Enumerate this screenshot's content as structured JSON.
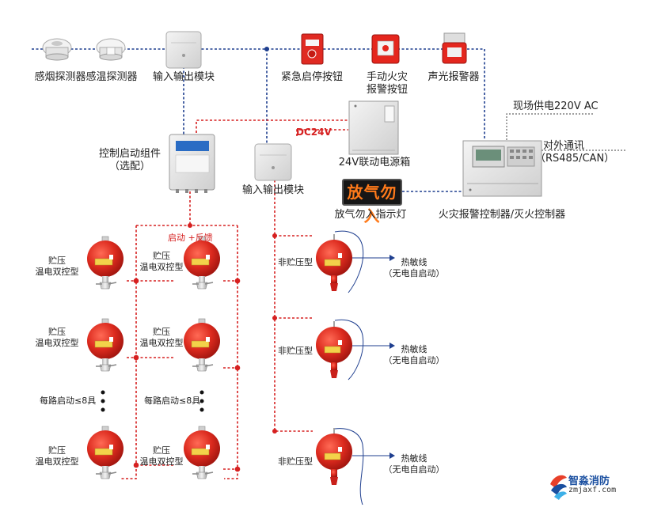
{
  "devices": {
    "smoke_detector": "感烟探测器",
    "heat_detector": "感温探测器",
    "io_module_top": "输入输出模块",
    "emergency_stop": "紧急启停按钮",
    "manual_alarm_l1": "手动火灾",
    "manual_alarm_l2": "报警按钮",
    "sound_light_alarm": "声光报警器",
    "power_supply": "现场供电220V  AC",
    "comm_l1": "对外通讯",
    "comm_l2": "（RS485/CAN）",
    "power_box": "24V联动电源箱",
    "dc24v": "DC24V",
    "control_module_l1": "控制启动组件",
    "control_module_l2": "（选配）",
    "io_module_mid": "输入输出模块",
    "no_entry_light": "放气勿入指示灯",
    "no_entry_sign_text": "放气勿入",
    "controller": "火灾报警控制器/灭火控制器",
    "start_feedback": "启动 +反馈"
  },
  "left_group": {
    "extinguisher_l1": "贮压",
    "extinguisher_l2": "温电双控型",
    "per_loop": "每路启动≤8具"
  },
  "right_group": {
    "type": "非贮压型",
    "wire_l1": "热敏线",
    "wire_l2": "（无电自启动）"
  },
  "logo": {
    "name": "智淼消防",
    "url": "zmjaxf.com"
  },
  "colors": {
    "blue_line": "#1f3f8f",
    "red_line": "#d62020",
    "extinguisher": "#d8281c",
    "grey_line": "#666666"
  }
}
